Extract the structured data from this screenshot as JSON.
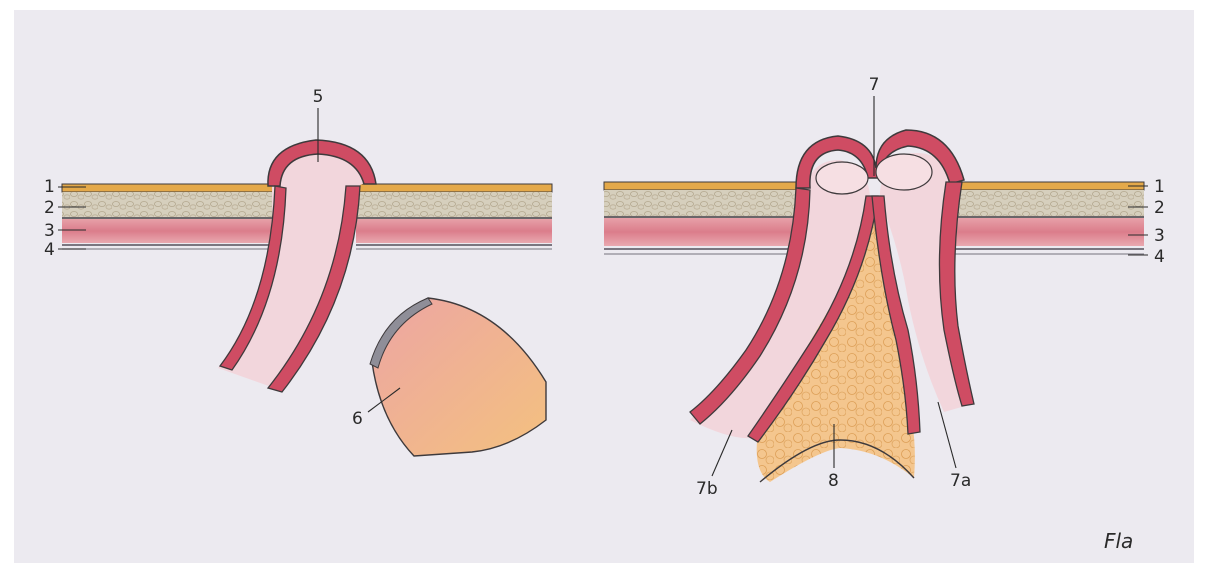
{
  "left_panel": {
    "layer_labels": [
      "1",
      "2",
      "3",
      "4"
    ],
    "stoma_label": "5",
    "bowel_end_label": "6"
  },
  "right_panel": {
    "layer_labels": [
      "1",
      "2",
      "3",
      "4"
    ],
    "septum_label": "7",
    "limb_right_label": "7a",
    "limb_left_label": "7b",
    "mesentery_label": "8"
  },
  "signature": "Fla",
  "colors": {
    "paper": "#eceaf0",
    "skin": "#e4a94a",
    "fat": "#cfc7b4",
    "muscle": "#e08c96",
    "fascia": "#8d8a94",
    "bowel_wall": "#cf4c63",
    "bowel_lumen": "#f2d6dc",
    "mesentery": "#f2bd7e",
    "outline": "#3e3a3c"
  }
}
